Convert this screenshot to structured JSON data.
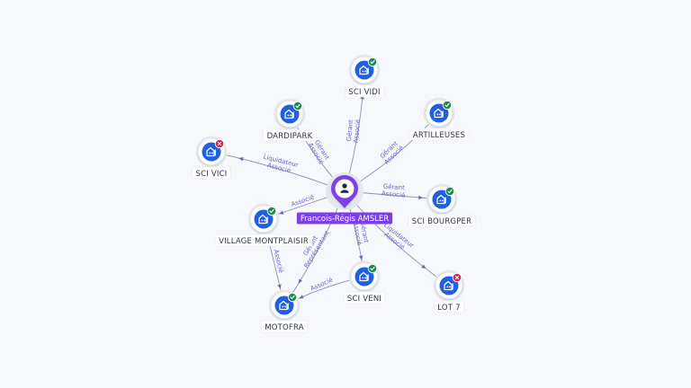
{
  "graph": {
    "center": {
      "label": "Francois-Régis AMSLER",
      "icon": "person-icon",
      "color": "#7b3fe4"
    },
    "companies": [
      {
        "id": "sci-vidi",
        "label": "SCI VIDI",
        "status": "active"
      },
      {
        "id": "dardipark",
        "label": "DARDIPARK",
        "status": "active"
      },
      {
        "id": "artilleuses",
        "label": "ARTILLEUSES",
        "status": "active"
      },
      {
        "id": "sci-vici",
        "label": "SCI VICI",
        "status": "closed"
      },
      {
        "id": "sci-bourgper",
        "label": "SCI BOURGPER",
        "status": "active"
      },
      {
        "id": "village-montplaisir",
        "label": "VILLAGE MONTPLAISIR",
        "status": "active"
      },
      {
        "id": "sci-veni",
        "label": "SCI VENI",
        "status": "active"
      },
      {
        "id": "lot-7",
        "label": "LOT 7",
        "status": "closed"
      },
      {
        "id": "motofra",
        "label": "MOTOFRA",
        "status": "active"
      }
    ],
    "edges": [
      {
        "from": "center",
        "to": "sci-vidi",
        "labels": [
          "Gérant",
          "Associé"
        ]
      },
      {
        "from": "center",
        "to": "dardipark",
        "labels": [
          "Gérant",
          "Associé"
        ]
      },
      {
        "from": "center",
        "to": "artilleuses",
        "labels": [
          "Gérant",
          "Associé"
        ]
      },
      {
        "from": "center",
        "to": "sci-vici",
        "labels": [
          "Liquidateur",
          "Associé"
        ]
      },
      {
        "from": "center",
        "to": "sci-bourgper",
        "labels": [
          "Gérant",
          "Associé"
        ]
      },
      {
        "from": "center",
        "to": "village-montplaisir",
        "labels": [
          "Associé"
        ]
      },
      {
        "from": "center",
        "to": "sci-veni",
        "labels": [
          "Gérant",
          "Associé"
        ]
      },
      {
        "from": "center",
        "to": "lot-7",
        "labels": [
          "Liquidateur",
          "Associé"
        ]
      },
      {
        "from": "center",
        "to": "motofra",
        "labels": [
          "Gérant",
          "Représentant"
        ]
      },
      {
        "from": "village-montplaisir",
        "to": "motofra",
        "labels": [
          "Associé"
        ]
      },
      {
        "from": "sci-veni",
        "to": "motofra",
        "labels": [
          "Associé"
        ]
      }
    ],
    "colors": {
      "active": "#1e8a4c",
      "closed": "#d3244a",
      "node": "#1f5fe0",
      "edge_label": "#6b62c9"
    }
  }
}
